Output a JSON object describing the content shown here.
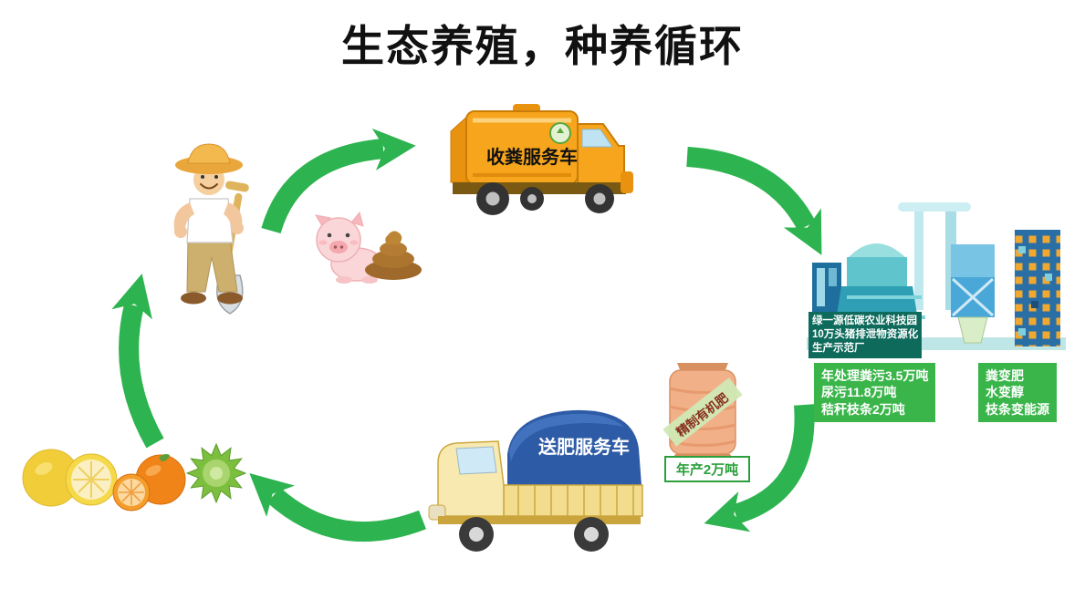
{
  "title": "生态养殖，种养循环",
  "colors": {
    "arrow_green": "#2db34f",
    "box_green": "#3ab54a",
    "truck_orange": "#f6a51c",
    "tarp_blue": "#2e5ba6",
    "bag_salmon": "#f2b088"
  },
  "collection_truck": {
    "label": "收粪服务车"
  },
  "delivery_truck": {
    "label": "送肥服务车"
  },
  "factory": {
    "caption_lines": [
      "绿一源低碳农业科技园",
      "10万头猪排泄物资源化",
      "生产示范厂"
    ]
  },
  "stats_box": {
    "lines": [
      "年处理粪污3.5万吨",
      "尿污11.8万吨",
      "秸秆枝条2万吨"
    ]
  },
  "transform_box": {
    "lines": [
      "粪变肥",
      "水变醇",
      "枝条变能源"
    ]
  },
  "fertilizer_bag": {
    "label": "精制有机肥",
    "output": "年产2万吨"
  }
}
